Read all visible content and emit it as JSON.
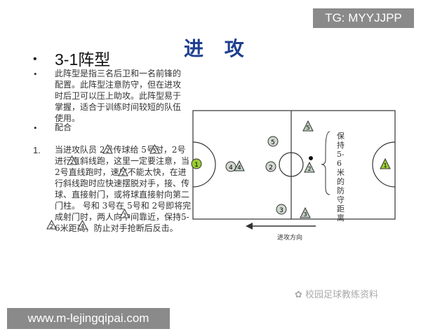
{
  "corner_badge": "TG: MYYJJPP",
  "slide_title": "进 攻",
  "formation_heading": "3-1阵型",
  "bullet_symbol": "•",
  "description": "此阵型是指三名后卫和一名前锋的配置。此阵型注意防守，但在进攻时后卫可以压上助攻。此阵型易于掌握，适合于训练时间较短的队伍使用。",
  "cooperation_label": "配合",
  "item_number": "1.",
  "cooperation_text": "当进攻队员 2号传球给 5号时，2号进行直斜线跑，这里一定要注意，当 2号直线跑时，速度不能太快，在进行斜线跑时应快速摆脱对手，接、传球、直接射门，或将球直接射向第二门柱。  号和 3号在 5号和 2号即将完成射门时，两人向中间靠近，保持5-6米距离，防止对手抢断后反击。",
  "diagram": {
    "vertical_note": "保持5-6米的防守距离",
    "direction_label": "进攻方向",
    "player_circles": [
      "1",
      "4",
      "2",
      "5",
      "3"
    ],
    "player_triangles": [
      "4",
      "5",
      "2",
      "3",
      "1"
    ],
    "colors": {
      "line": "#333333",
      "goalkeeper": "#9acd32",
      "player_fill": "#cfd8cf",
      "triangle": "#bfcfbf"
    }
  },
  "wechat_watermark": "校园足球教练资料",
  "url_watermark": "www.m-lejingqipai.com"
}
